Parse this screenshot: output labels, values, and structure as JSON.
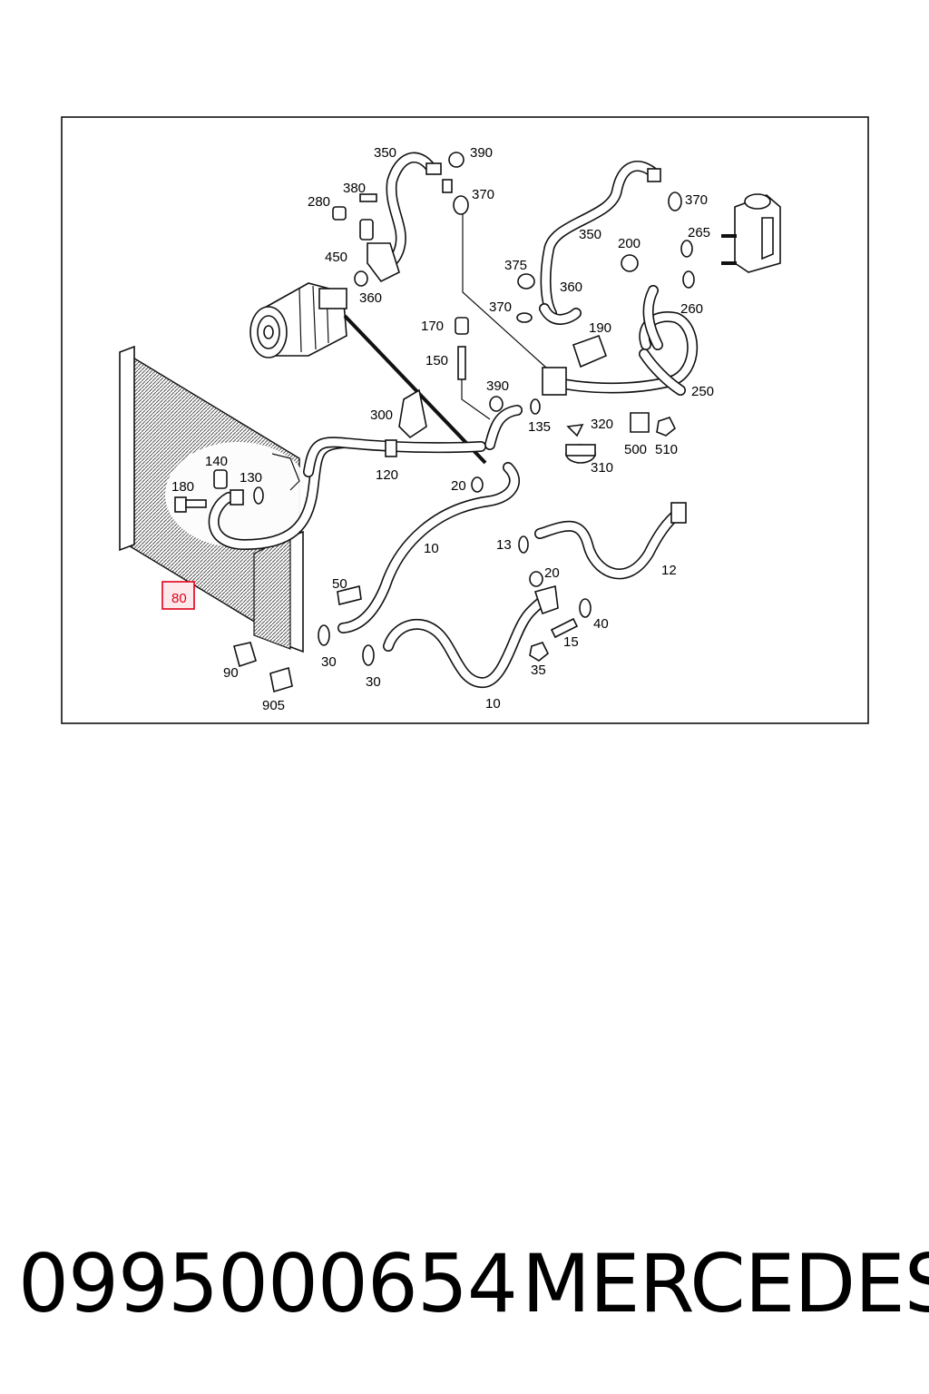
{
  "diagram": {
    "labels": {
      "l350a": "350",
      "l390a": "390",
      "l380": "380",
      "l280": "280",
      "l370a": "370",
      "l450": "450",
      "l360a": "360",
      "l370b": "370",
      "l350b": "350",
      "l200": "200",
      "l265": "265",
      "l375": "375",
      "l360b": "360",
      "l370c": "370",
      "l260": "260",
      "l170": "170",
      "l190": "190",
      "l150": "150",
      "l390b": "390",
      "l250": "250",
      "l300": "300",
      "l135": "135",
      "l320": "320",
      "l500": "500",
      "l510": "510",
      "l140": "140",
      "l310": "310",
      "l180": "180",
      "l130": "130",
      "l120": "120",
      "l20a": "20",
      "l10a": "10",
      "l13": "13",
      "l12": "12",
      "l20b": "20",
      "l50": "50",
      "l80": "80",
      "l40": "40",
      "l15": "15",
      "l30a": "30",
      "l30b": "30",
      "l35": "35",
      "l90": "90",
      "l905": "905",
      "l10b": "10"
    },
    "highlight_color": "#e0001b"
  },
  "footer": {
    "part_number": "0995000654",
    "brand": "MERCEDES"
  }
}
